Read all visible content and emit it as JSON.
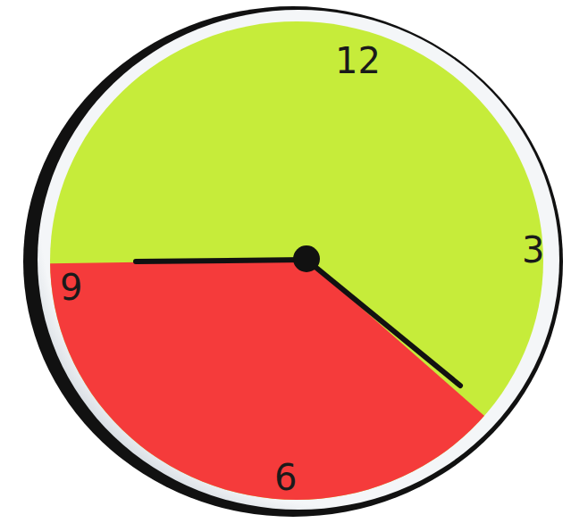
{
  "diagram": {
    "labels": [
      "12",
      "3",
      "6",
      "9"
    ]
  }
}
